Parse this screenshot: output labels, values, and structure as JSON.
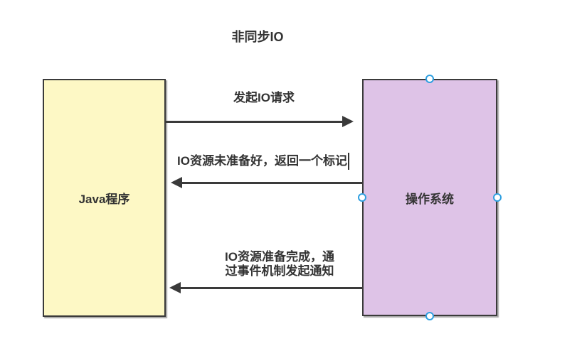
{
  "title": "非同步IO",
  "nodes": {
    "java": {
      "label": "Java程序",
      "fill": "#fdf8c5"
    },
    "os": {
      "label": "操作系统",
      "fill": "#dec3e7",
      "selected": true
    }
  },
  "edges": [
    {
      "from": "java",
      "to": "os",
      "direction": "right",
      "label": "发起IO请求"
    },
    {
      "from": "os",
      "to": "java",
      "direction": "left",
      "label": "IO资源未准备好，返回一个标记",
      "editing_caret": true
    },
    {
      "from": "os",
      "to": "java",
      "direction": "left",
      "label": "IO资源准备完成，通\n过事件机制发起通知"
    }
  ],
  "colors": {
    "background": "#ffffff",
    "node_border": "#3a3a3a",
    "arrow": "#3a3a3a",
    "text": "#333333",
    "java_fill": "#fdf8c5",
    "os_fill": "#dec3e7",
    "selection_handle": "#2e9fe0"
  }
}
